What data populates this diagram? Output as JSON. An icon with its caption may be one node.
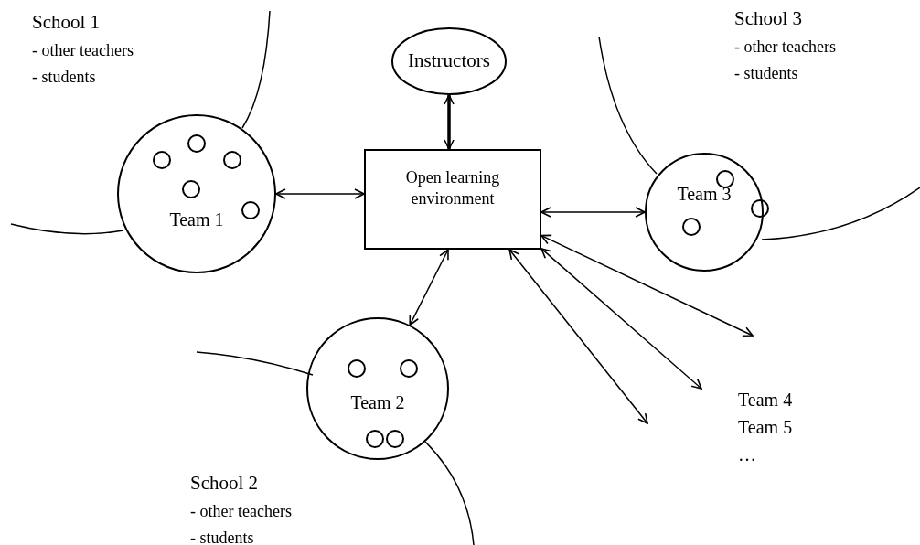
{
  "diagram": {
    "nodes": [
      {
        "text": [
          "Instructors"
        ]
      },
      {
        "text": [
          "Open learning environment"
        ]
      },
      {
        "text": [
          "School 1",
          "- other teachers",
          "- students"
        ]
      },
      {
        "text": [
          "Team 1"
        ]
      },
      {
        "text": [],
        "shape": "circle",
        "in": 3
      },
      {
        "text": [],
        "shape": "circle",
        "in": 3
      },
      {
        "text": [],
        "shape": "circle",
        "in": 3
      },
      {
        "text": [],
        "shape": "circle",
        "in": 3
      },
      {
        "text": [],
        "shape": "circle",
        "in": 3
      },
      {
        "text": [
          "School 3",
          "- other teachers",
          "- students"
        ]
      },
      {
        "text": [
          "Team 3"
        ]
      },
      {
        "text": [],
        "shape": "circle",
        "in": 10
      },
      {
        "text": [],
        "shape": "circle",
        "in": 10
      },
      {
        "text": [],
        "shape": "circle",
        "in": 10
      },
      {
        "text": [
          "Team 2"
        ]
      },
      {
        "text": [],
        "shape": "circle",
        "in": 14
      },
      {
        "text": [],
        "shape": "circle",
        "in": 14
      },
      {
        "text": [],
        "shape": "circle",
        "in": 14
      },
      {
        "text": [],
        "shape": "circle",
        "in": 14
      },
      {
        "text": [
          "School 2",
          "- other teachers",
          "- students"
        ]
      }
    ],
    "edges": [
      {
        "from": 0,
        "to": 1,
        "arrow": "both",
        "style": "thick"
      },
      {
        "from": 3,
        "to": 1,
        "arrow": "both"
      },
      {
        "from": 1,
        "to": 10,
        "arrow": "both"
      },
      {
        "from": 1,
        "to": 14,
        "arrow": "both"
      },
      {
        "from": 1,
        "to": null,
        "arrow": "both"
      },
      {
        "from": 1,
        "to": null,
        "arrow": "both"
      },
      {
        "from": 1,
        "to": null,
        "arrow": "both"
      }
    ],
    "labels": [
      "Team 4",
      "Team 5",
      "…"
    ]
  }
}
